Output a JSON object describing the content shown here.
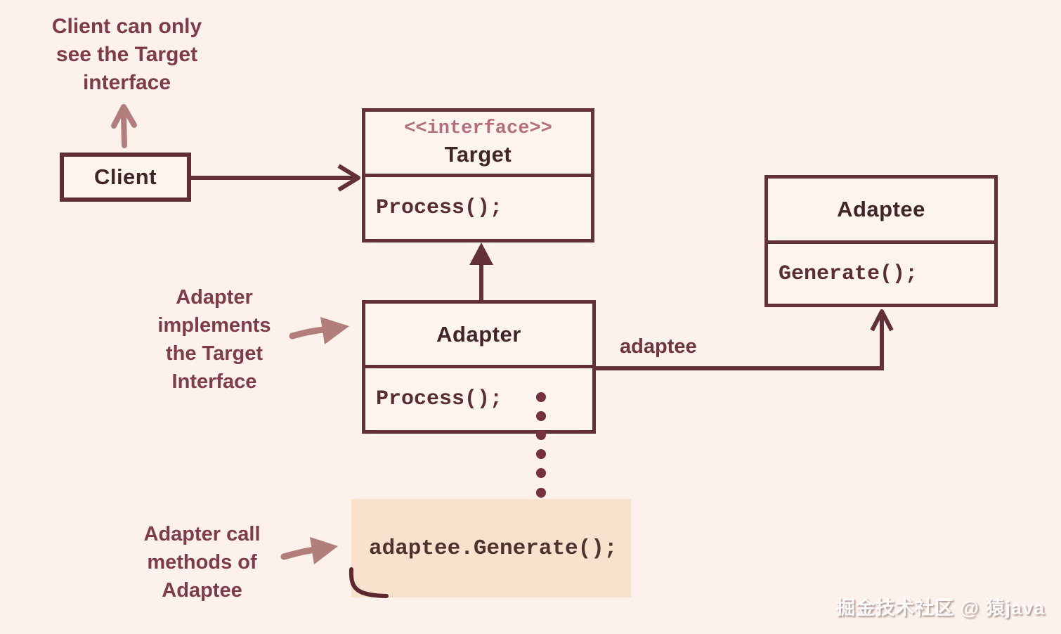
{
  "colors": {
    "background": "#fcf1eb",
    "box_fill": "#fdf4ef",
    "box_border": "#63303a",
    "title_text": "#402428",
    "method_text": "#5a2c34",
    "stereotype_text": "#b4707a",
    "annotation_text": "#7d3c48",
    "hand_arrow": "#b17e7c",
    "dot_connector": "#76323c",
    "note_fill": "#f8e2cd",
    "note_text": "#4e322d"
  },
  "classes": {
    "client": {
      "title": "Client"
    },
    "target": {
      "stereotype": "<<interface>>",
      "title": "Target",
      "method": "Process();"
    },
    "adapter": {
      "title": "Adapter",
      "method": "Process();"
    },
    "adaptee": {
      "title": "Adaptee",
      "method": "Generate();"
    }
  },
  "edge_labels": {
    "adaptee": "adaptee"
  },
  "notes": {
    "client": {
      "lines": [
        "Client can only",
        "see the Target",
        "interface"
      ]
    },
    "implements": {
      "lines": [
        "Adapter",
        "implements",
        "the Target",
        "Interface"
      ]
    },
    "call": {
      "lines": [
        "Adapter call",
        "methods of",
        "Adaptee"
      ]
    }
  },
  "note_box": {
    "code": "adaptee.Generate();"
  },
  "watermark": "掘金技术社区 @ 猿java"
}
